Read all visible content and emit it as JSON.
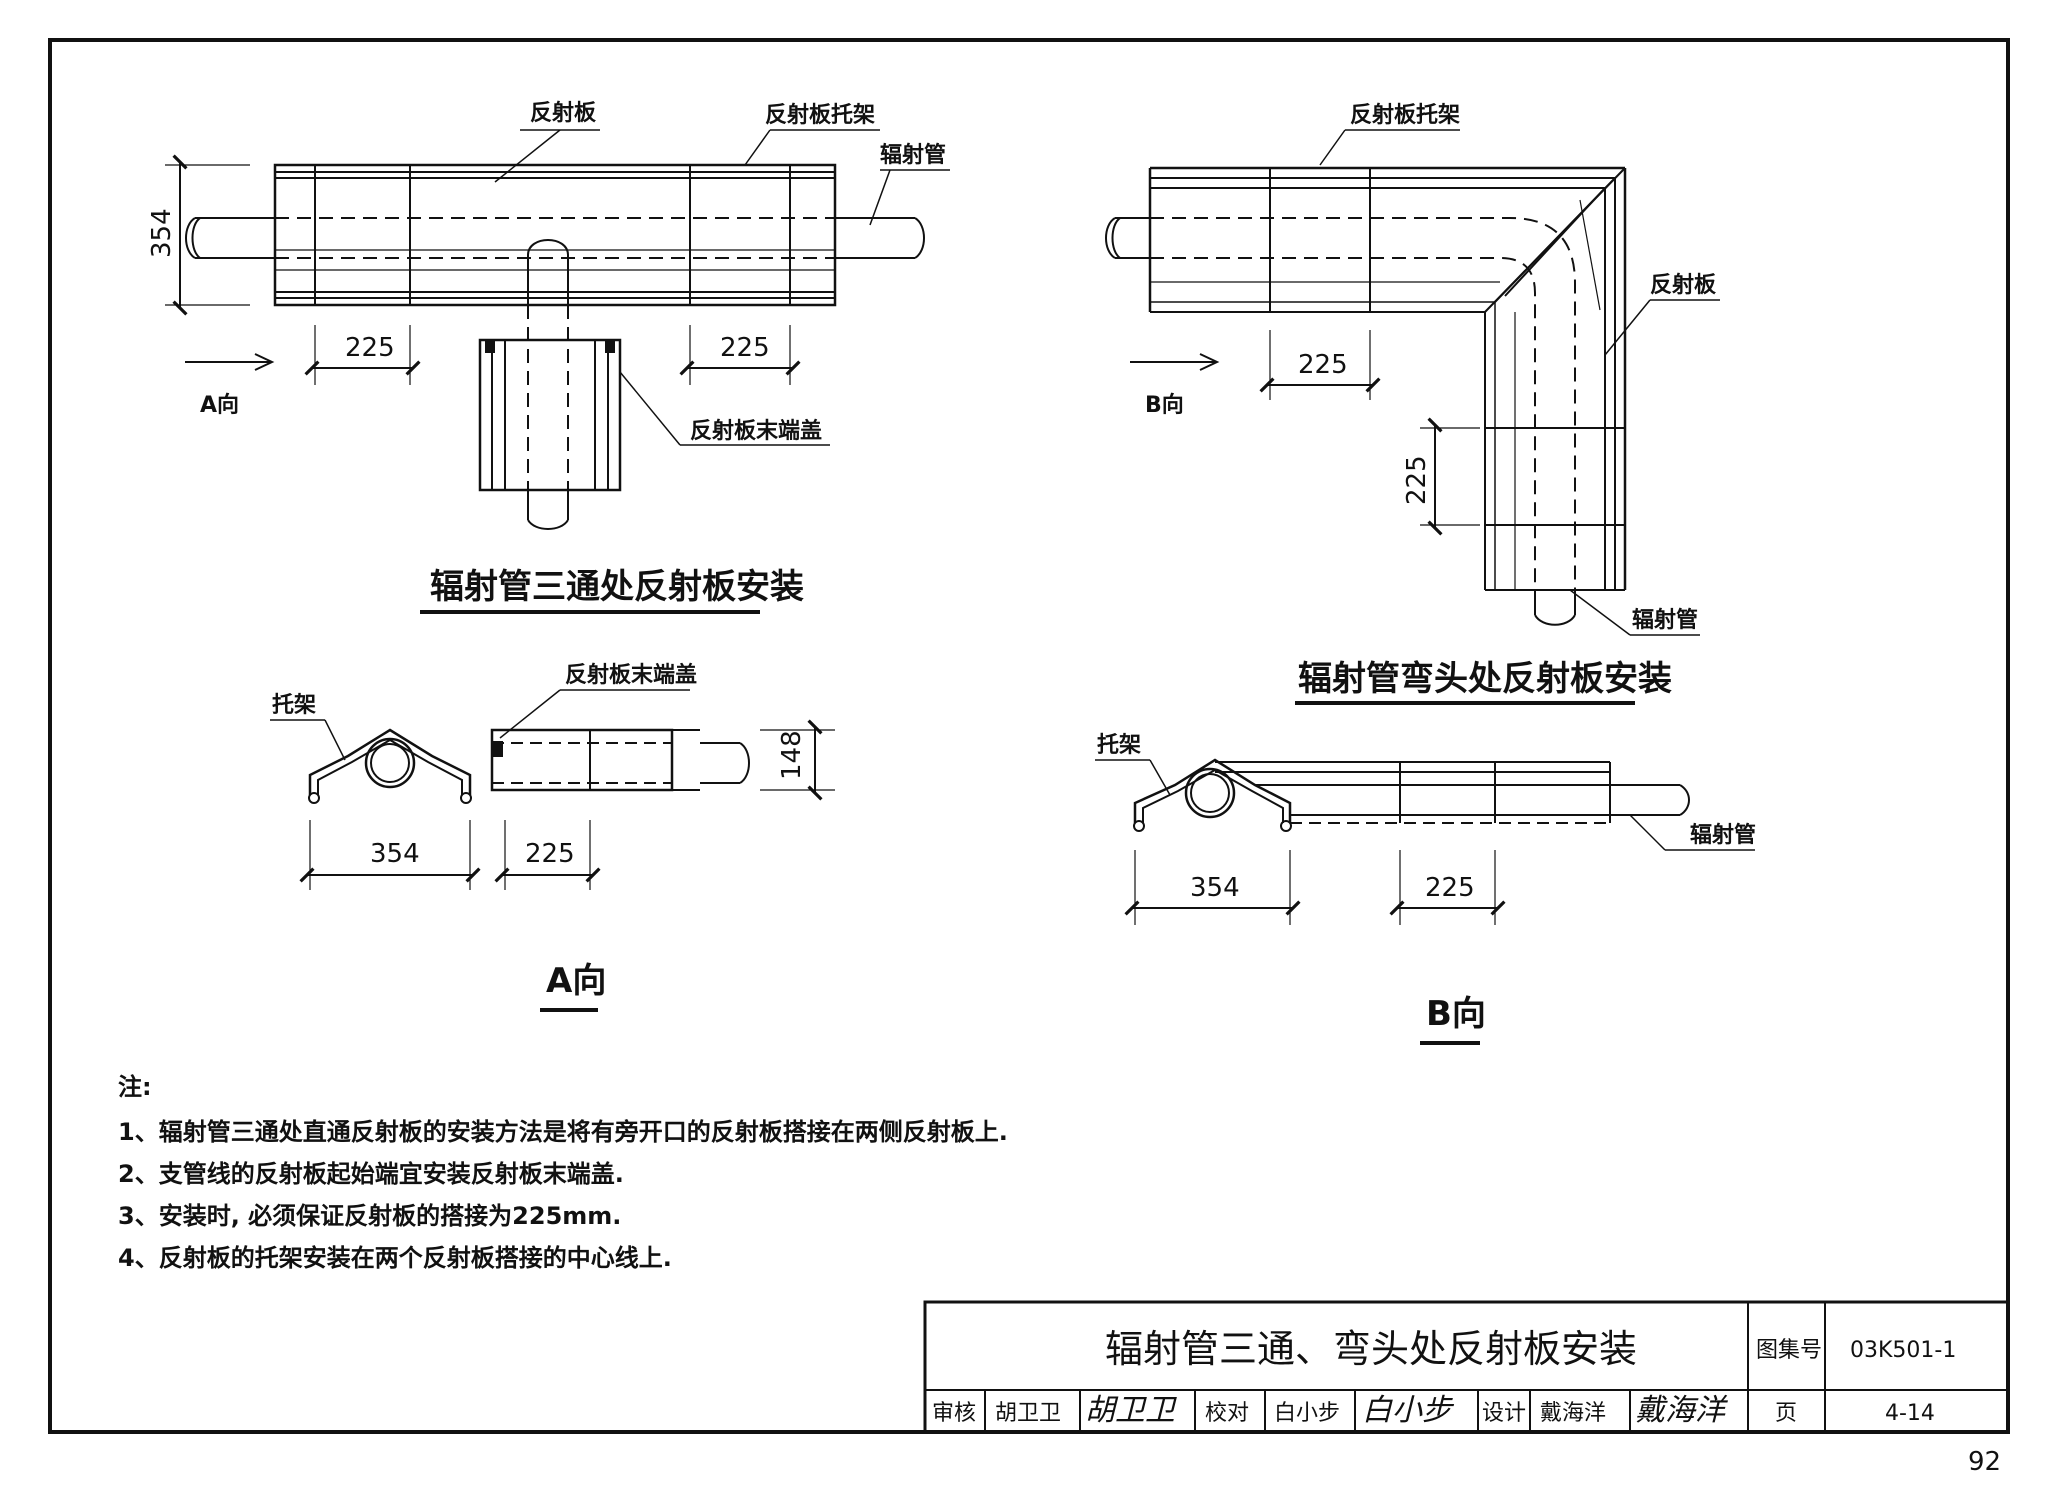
{
  "tee": {
    "labels": {
      "reflector": "反射板",
      "bracket": "反射板托架",
      "pipe": "辐射管",
      "end_cap": "反射板末端盖"
    },
    "dims": {
      "height": "354",
      "overlap_left": "225",
      "overlap_right": "225"
    },
    "direction": "A向",
    "title": "辐射管三通处反射板安装"
  },
  "elbow": {
    "labels": {
      "bracket": "反射板托架",
      "reflector": "反射板",
      "pipe": "辐射管"
    },
    "dims": {
      "overlap_h": "225",
      "overlap_v": "225"
    },
    "direction": "B向",
    "title": "辐射管弯头处反射板安装"
  },
  "view_a": {
    "labels": {
      "support": "托架",
      "end_cap": "反射板末端盖"
    },
    "dims": {
      "width": "354",
      "overlap": "225",
      "height": "148"
    },
    "title": "A向"
  },
  "view_b": {
    "labels": {
      "support": "托架",
      "pipe": "辐射管"
    },
    "dims": {
      "width": "354",
      "overlap": "225"
    },
    "title": "B向"
  },
  "notes": {
    "heading": "注:",
    "items": [
      "1、辐射管三通处直通反射板的安装方法是将有旁开口的反射板搭接在两侧反射板上.",
      "2、支管线的反射板起始端宜安装反射板末端盖.",
      "3、安装时, 必须保证反射板的搭接为225mm.",
      "4、反射板的托架安装在两个反射板搭接的中心线上."
    ]
  },
  "title_block": {
    "title": "辐射管三通、弯头处反射板安装",
    "atlas_label": "图集号",
    "atlas_no": "03K501-1",
    "review_label": "审核",
    "reviewer": "胡卫卫",
    "reviewer_signature": "胡卫卫",
    "check_label": "校对",
    "checker": "白小步",
    "checker_signature": "白小步",
    "design_label": "设计",
    "designer": "戴海洋",
    "designer_signature": "戴海洋",
    "page_label": "页",
    "page_no": "4-14"
  },
  "page_number": "92"
}
